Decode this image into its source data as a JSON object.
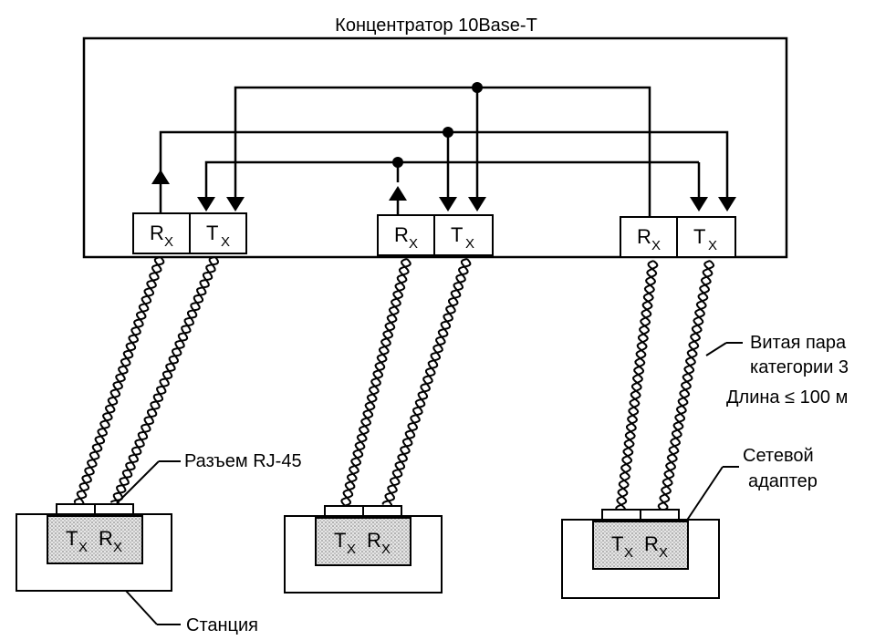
{
  "hub": {
    "title": "Концентратор 10Base-T"
  },
  "ports": {
    "rx_main": "R",
    "rx_sub": "X",
    "tx_main": "T",
    "tx_sub": "X"
  },
  "callouts": {
    "connector": "Разъем RJ-45",
    "cable_line1": "Витая пара",
    "cable_line2": "категории 3",
    "cable_line3": "Длина ≤ 100 м",
    "adapter_line1": "Сетевой",
    "adapter_line2": "адаптер",
    "station": "Станция"
  },
  "stations_count_note": "3 stations connected to hub ports"
}
